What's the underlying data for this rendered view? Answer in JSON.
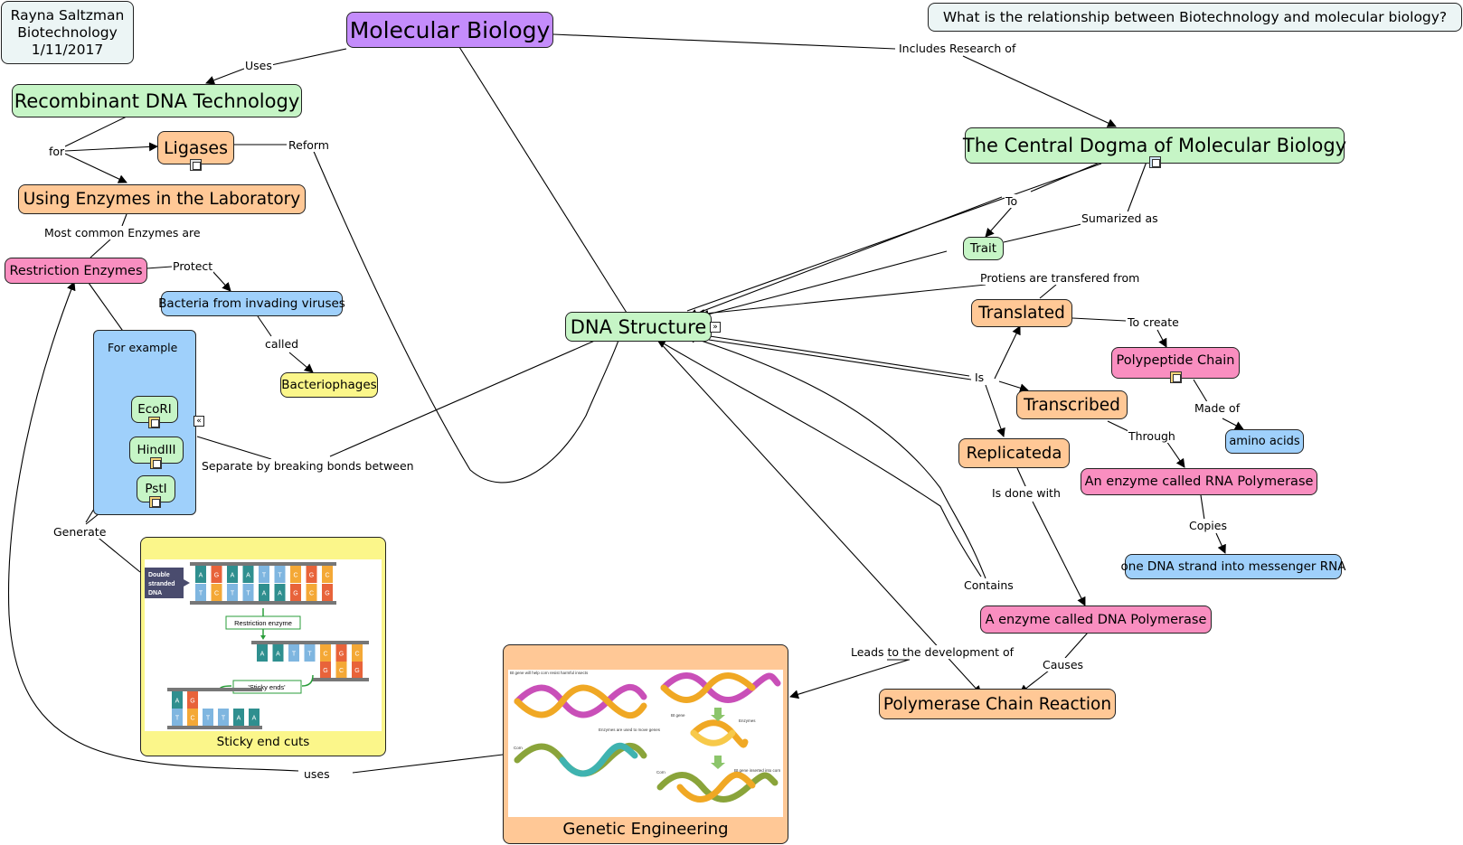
{
  "author": {
    "name": "Rayna Saltzman",
    "course": "Biotechnology",
    "date": "1/11/2017"
  },
  "question": "What is the relationship between Biotechnology and molecular biology?",
  "nodes": {
    "molecular_biology": "Molecular Biology",
    "recombinant": "Recombinant DNA Technology",
    "ligases": "Ligases",
    "using_enzymes": "Using Enzymes in the Laboratory",
    "restriction": "Restriction Enzymes",
    "bacteria": "Bacteria from invading viruses",
    "bacteriophages": "Bacteriophages",
    "ecori": "EcoRI",
    "hindiii": "HindIII",
    "psti": "PstI",
    "dna_structure": "DNA Structure",
    "central_dogma": "The Central Dogma of Molecular Biology",
    "trait": "Trait",
    "translated": "Translated",
    "polypeptide": "Polypeptide Chain",
    "transcribed": "Transcribed",
    "amino": "amino acids",
    "replicated": "Replicateda",
    "rna_poly": "An enzyme called RNA Polymerase",
    "one_dna": "one DNA strand into messenger RNA",
    "dna_poly": "A enzyme called DNA Polymerase",
    "pcr": "Polymerase Chain Reaction",
    "sticky_caption": "Sticky end cuts",
    "genetic_caption": "Genetic Engineering"
  },
  "links": {
    "uses": "Uses",
    "includes": "Includes Research of",
    "for": "for",
    "reform": "Reform",
    "most_common": "Most common Enzymes are",
    "protect": "Protect",
    "called": "called",
    "for_example": "For example",
    "generate": "Generate",
    "separate": "Separate by breaking bonds between",
    "to": "To",
    "summarized": "Sumarized as",
    "proteins": "Protiens are transfered from",
    "to_create": "To create",
    "is": "Is",
    "made_of": "Made of",
    "through": "Through",
    "copies": "Copies",
    "is_done_with": "Is done with",
    "contains": "Contains",
    "leads_to": "Leads to the development of",
    "causes": "Causes",
    "uses2": "uses"
  },
  "sticky_figure": {
    "double_stranded": [
      "Double",
      "stranded",
      "DNA"
    ],
    "restriction_enzyme": "Restriction enzyme",
    "sticky_ends": "'Sticky ends'",
    "top_strand": [
      "A",
      "G",
      "A",
      "A",
      "T",
      "T",
      "C",
      "G",
      "C"
    ],
    "bottom_strand": [
      "T",
      "C",
      "T",
      "T",
      "A",
      "A",
      "G",
      "C",
      "G"
    ],
    "right_top": [
      "A",
      "A",
      "T",
      "T",
      "C",
      "G",
      "C"
    ],
    "right_bottom": [
      "G",
      "C",
      "G"
    ],
    "left_top": [
      "A",
      "G"
    ],
    "left_bottom": [
      "T",
      "C",
      "T",
      "T",
      "A",
      "A"
    ]
  },
  "genetic_figure": {
    "note1": "Bt gene will help corn resist harmful insects",
    "enzymes_note": "Enzymes are used to move genes",
    "bt_gene": "Bt gene",
    "enzymes": "Enzymes",
    "corn": "Corn",
    "corn2": "Corn",
    "inserted": "Bt gene inserted into corn"
  },
  "colors": {
    "green": "#c6f5c6",
    "orange": "#ffc896",
    "pink": "#f98ec0",
    "blue": "#9fd0fb",
    "purple": "#c48cfb",
    "yellow": "#fbf68a",
    "pale": "#ecf5f5"
  }
}
